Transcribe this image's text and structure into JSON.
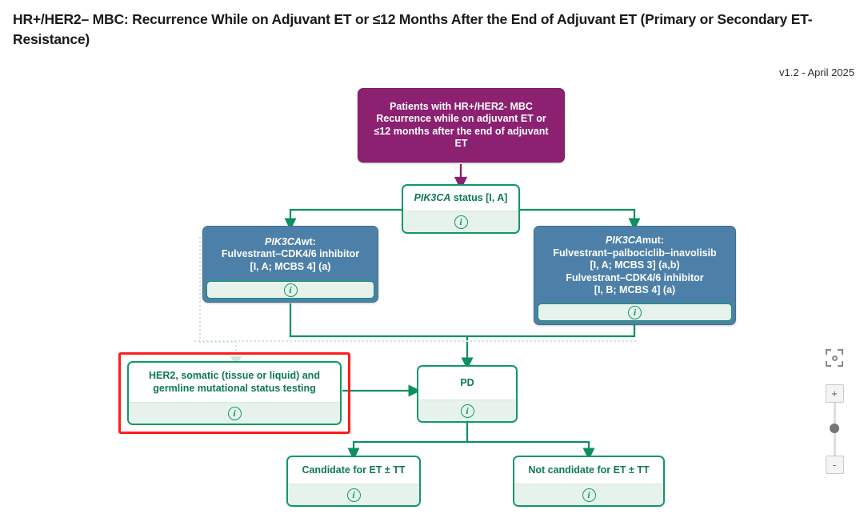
{
  "header": {
    "title": "HR+/HER2– MBC: Recurrence While on Adjuvant ET or ≤12 Months After the End of Adjuvant ET (Primary or Secondary ET-Resistance)",
    "version": "v1.2 - April 2025"
  },
  "nodes": {
    "patients": {
      "type": "purple",
      "line1": "Patients with HR+/HER2- MBC",
      "line2": "Recurrence while on adjuvant ET or",
      "line3": "≤12 months after the end of adjuvant",
      "line4": "ET",
      "has_info": false
    },
    "pik3ca_status": {
      "type": "green",
      "gene": "PIK3CA",
      "rest": " status [I, A]",
      "info_label": "i",
      "has_info": true
    },
    "pik3ca_wt": {
      "type": "blue",
      "gene": "PIK3CA",
      "gene_suffix": "wt:",
      "line2": "Fulvestrant–CDK4/6 inhibitor",
      "line3": "[I, A; MCBS 4] (a)",
      "info_label": "i",
      "has_info": true
    },
    "pik3ca_mut": {
      "type": "blue",
      "gene": "PIK3CA",
      "gene_suffix": "mut:",
      "line2": "Fulvestrant–palbociclib–inavolisib",
      "line3": "[I, A; MCBS 3] (a,b)",
      "line4": "Fulvestrant–CDK4/6 inhibitor",
      "line5": "[I, B; MCBS 4] (a)",
      "info_label": "i",
      "has_info": true
    },
    "her2_testing": {
      "type": "green",
      "selected": true,
      "line1": "HER2, somatic (tissue or liquid) and",
      "line2": "germline mutational status testing",
      "info_label": "i",
      "has_info": true
    },
    "pd": {
      "type": "green",
      "label": "PD",
      "info_label": "i",
      "has_info": true
    },
    "candidate": {
      "type": "green",
      "label": "Candidate for ET ± TT",
      "info_label": "i",
      "has_info": true
    },
    "not_candidate": {
      "type": "green",
      "label": "Not candidate for ET ± TT",
      "info_label": "i",
      "has_info": true
    }
  },
  "controls": {
    "focus_icon": "focus-frame-icon",
    "zoom_in_label": "+",
    "zoom_out_label": "-"
  },
  "colors": {
    "purple": "#8c2071",
    "blue": "#4d80a8",
    "green": "#0d9a63",
    "green_text": "#0d7a52",
    "info_fill": "#e7f2ec",
    "selection_red": "#ff1c1c",
    "edge": "#0e8f5e"
  }
}
